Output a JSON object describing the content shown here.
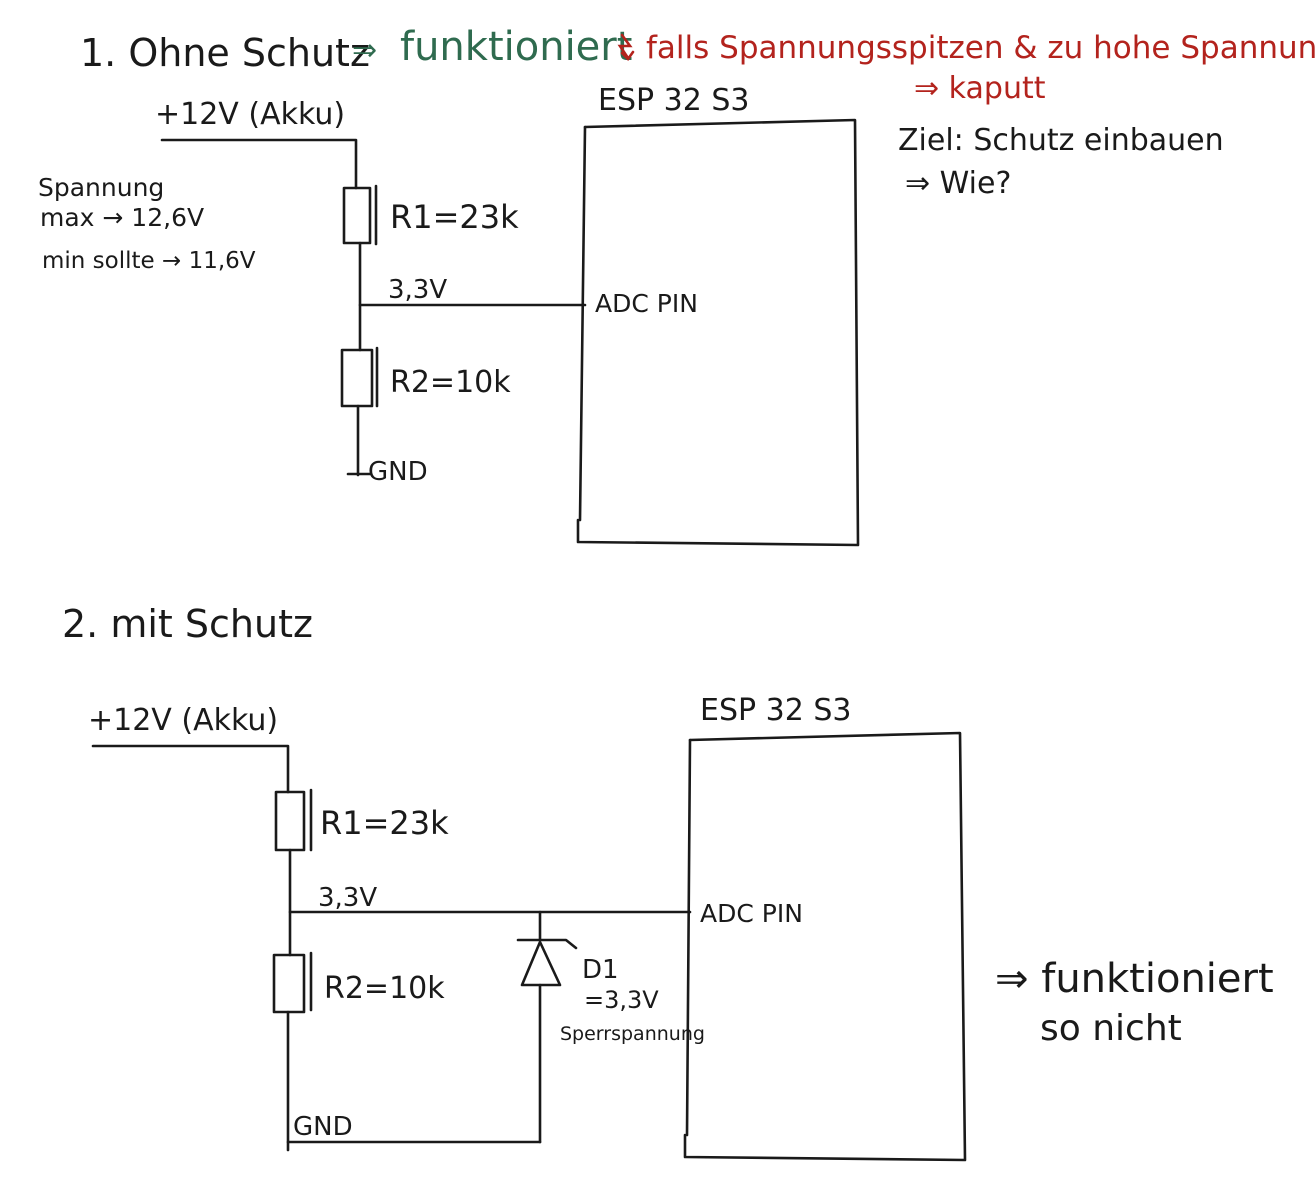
{
  "section1": {
    "heading": "1. Ohne Schutz",
    "arrow1": "⇒",
    "works": "funktioniert",
    "warning_icon": "lightning-icon",
    "warning": "falls Spannungsspitzen & zu hohe Spannung",
    "broken": "⇒ kaputt",
    "goal": "Ziel: Schutz einbauen",
    "how": "⇒ Wie?",
    "supply": "+12V (Akku)",
    "notes": {
      "line1": "Spannung",
      "line2": "max → 12,6V",
      "line3": "min sollte → 11,6V"
    },
    "r1": "R1=23k",
    "r2": "R2=10k",
    "node_voltage": "3,3V",
    "gnd": "GND",
    "mcu": "ESP 32 S3",
    "pin": "ADC PIN"
  },
  "section2": {
    "heading": "2. mit Schutz",
    "supply": "+12V (Akku)",
    "r1": "R1=23k",
    "r2": "R2=10k",
    "node_voltage": "3,3V",
    "gnd": "GND",
    "mcu": "ESP 32 S3",
    "pin": "ADC PIN",
    "diode": "D1",
    "diode_value": "=3,3V",
    "diode_note": "Sperrspannung",
    "verdict1": "⇒ funktioniert",
    "verdict2": "so nicht"
  },
  "colors": {
    "ink": "#1a1a1a",
    "green": "#2f6b4f",
    "red": "#b3231d"
  }
}
